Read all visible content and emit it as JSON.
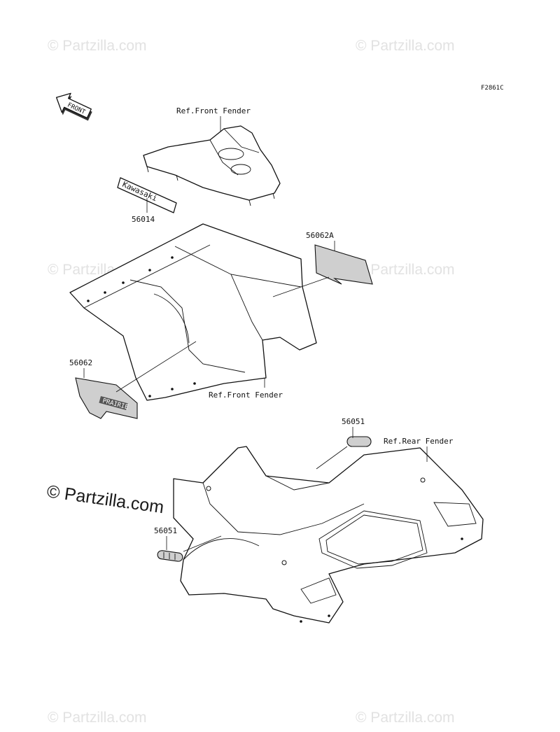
{
  "diagram": {
    "figure_code": "F2861C",
    "direction_arrow": "FRONT",
    "labels": {
      "front_fender_top": "Ref.Front Fender",
      "front_fender_bottom": "Ref.Front Fender",
      "rear_fender": "Ref.Rear Fender",
      "part_56014": "56014",
      "part_56062A": "56062A",
      "part_56062": "56062",
      "part_56051_upper": "56051",
      "part_56051_lower": "56051"
    },
    "decal_text": {
      "kawasaki": "Kawasaki",
      "side_decal": "PRAIRIE"
    },
    "watermarks": {
      "main": "© Partzilla.com",
      "faint": "© Partzilla.com"
    }
  }
}
